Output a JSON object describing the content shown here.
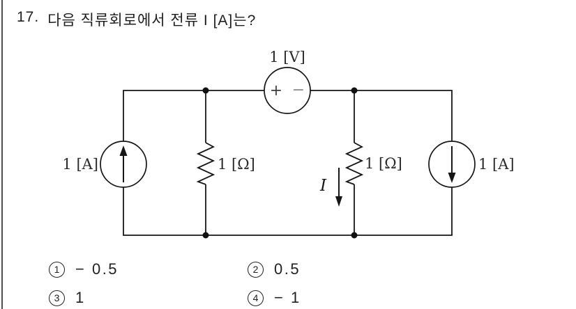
{
  "header": {
    "question_number": "17.",
    "question_text": "다음 직류회로에서 전류 I [A]는?"
  },
  "circuit": {
    "voltage_source": {
      "label": "1 [V]",
      "plus": "+",
      "minus": "−"
    },
    "left_current_source": {
      "label": "1 [A]",
      "arrow_direction": "up"
    },
    "right_current_source": {
      "label": "1 [A]",
      "arrow_direction": "down"
    },
    "left_resistor": {
      "label": "1 [Ω]"
    },
    "right_resistor": {
      "label": "1 [Ω]"
    },
    "current_arrow": {
      "label": "I",
      "arrow_direction": "down"
    }
  },
  "options": [
    {
      "number": "1",
      "value": "− 0.5"
    },
    {
      "number": "2",
      "value": "0.5"
    },
    {
      "number": "3",
      "value": "1"
    },
    {
      "number": "4",
      "value": "− 1"
    }
  ],
  "colors": {
    "ink": "#161616",
    "page_border": "#4f4f52"
  }
}
